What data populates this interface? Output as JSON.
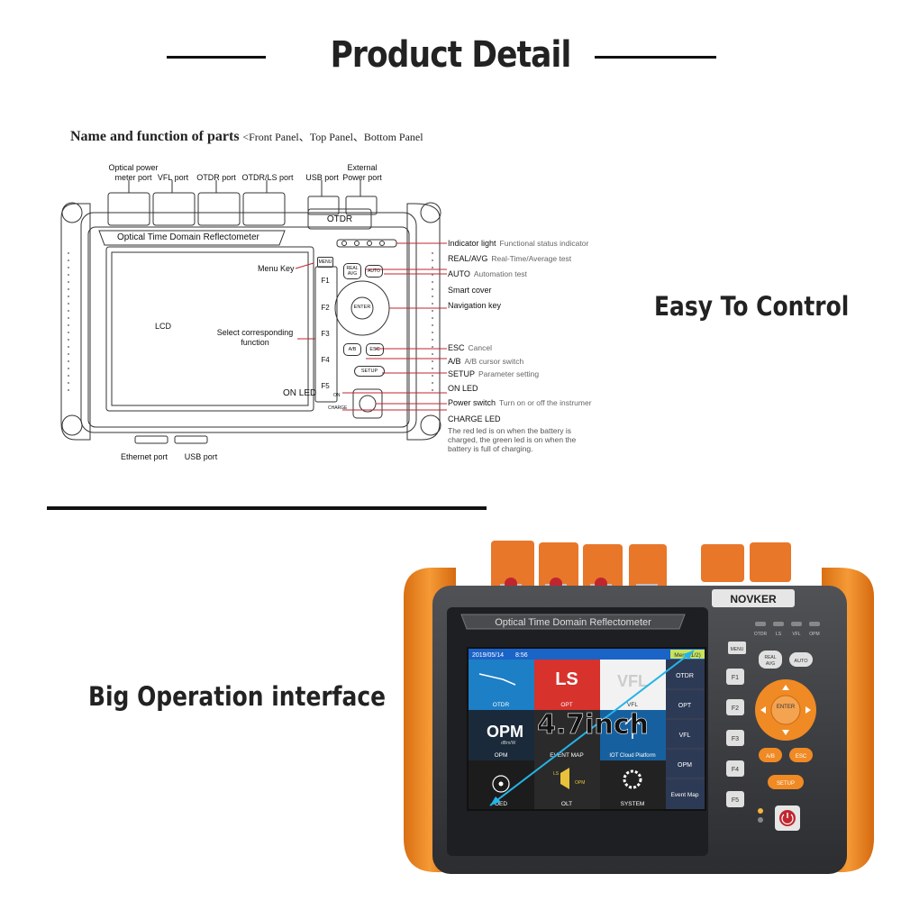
{
  "header": {
    "title": "Product Detail"
  },
  "diagram": {
    "heading_main": "Name and function of parts",
    "heading_sub": "<Front Panel、Top Panel、Bottom Panel",
    "top_ports": [
      {
        "label_line1": "Optical power",
        "label_line2": "meter port"
      },
      {
        "label_line1": "VFL port",
        "label_line2": ""
      },
      {
        "label_line1": "OTDR port",
        "label_line2": ""
      },
      {
        "label_line1": "OTDR/LS port",
        "label_line2": ""
      },
      {
        "label_line1": "USB port",
        "label_line2": ""
      },
      {
        "label_line1": "External",
        "label_line2": "Power port"
      }
    ],
    "panel_title": "Optical Time Domain Reflectometer",
    "badge": "OTDR",
    "lcd_label": "LCD",
    "menu_key_label": "Menu Key",
    "select_label_line1": "Select corresponding",
    "select_label_line2": "function",
    "on_led_label": "ON LED",
    "bottom_ports": [
      "Ethernet port",
      "USB port"
    ],
    "keys": {
      "menu": "MENU",
      "real_avg_line1": "REAL",
      "real_avg_line2": "AVG",
      "auto": "AUTO",
      "f1": "F1",
      "f2": "F2",
      "f3": "F3",
      "f4": "F4",
      "f5": "F5",
      "enter": "ENTER",
      "ab": "A/B",
      "esc": "ESC",
      "setup": "SETUP",
      "on": "ON",
      "charge": "CHARGE"
    },
    "callouts": [
      {
        "name": "Indicator light",
        "desc": "Functional status indicator"
      },
      {
        "name": "REAL/AVG",
        "desc": "Real-Time/Average test"
      },
      {
        "name": "AUTO",
        "desc": "Automation test"
      },
      {
        "name": "Smart cover",
        "desc": ""
      },
      {
        "name": "Navigation key",
        "desc": ""
      },
      {
        "name": "ESC",
        "desc": "Cancel"
      },
      {
        "name": "A/B",
        "desc": "A/B cursor switch"
      },
      {
        "name": "SETUP",
        "desc": "Parameter setting"
      },
      {
        "name": "ON LED",
        "desc": ""
      },
      {
        "name": "Power switch",
        "desc": "Turn on or off the instrumer"
      },
      {
        "name": "CHARGE LED",
        "desc": ""
      }
    ],
    "charge_note_line1": "The red led is on when the battery is",
    "charge_note_line2": "charged, the green led is on when the",
    "charge_note_line3": "battery is full of charging."
  },
  "side_titles": {
    "easy": "Easy To Control",
    "big": "Big Operation interface"
  },
  "device": {
    "brand": "NOVKER",
    "panel_title": "Optical Time Domain Reflectometer",
    "led_labels": [
      "OTDR",
      "LS",
      "VFL",
      "OPM"
    ],
    "status_date": "2019/05/14",
    "status_time": "8:56",
    "menu_badge": "Menu(1/2)",
    "tiles": [
      "OTDR",
      "OPT",
      "VFL",
      "OPM",
      "EVENT MAP",
      "IOT Cloud Platform",
      "OED",
      "OLT",
      "SYSTEM"
    ],
    "tile_big": {
      "ls": "LS",
      "vfl": "VFL",
      "opm": "OPM",
      "opm_sub": "dBm/W",
      "olt_ls": "LS",
      "olt_opm": "OPM"
    },
    "side_menu": [
      "OTDR",
      "OPT",
      "VFL",
      "OPM",
      "Event Map"
    ],
    "keys": {
      "menu": "MENU",
      "real": "REAL",
      "avg": "AVG",
      "auto": "AUTO",
      "enter": "ENTER",
      "ab": "A/B",
      "esc": "ESC",
      "setup": "SETUP",
      "f1": "F1",
      "f2": "F2",
      "f3": "F3",
      "f4": "F4",
      "f5": "F5"
    },
    "screen_size": "4.7inch"
  },
  "colors": {
    "orange": "#f08a24",
    "dark": "#3a3a3a",
    "blue": "#2f6fb8",
    "red": "#c0262f",
    "teal": "#16a7b8"
  }
}
